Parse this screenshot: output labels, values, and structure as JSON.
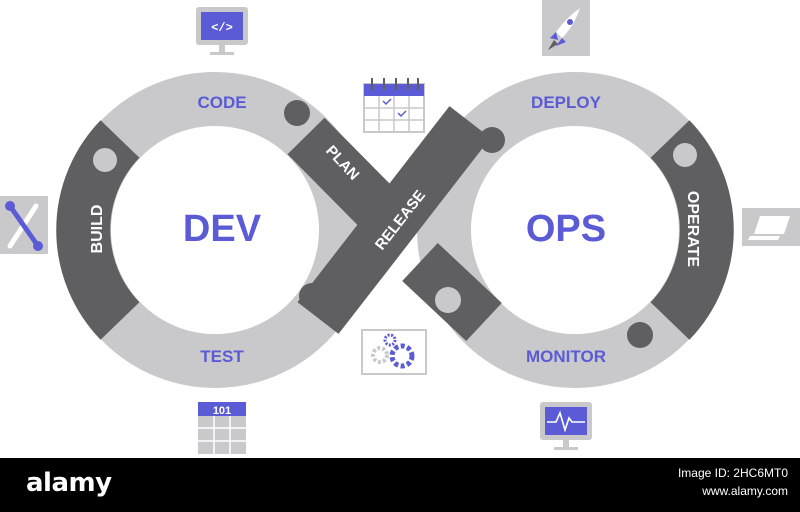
{
  "diagram": {
    "center_left": "DEV",
    "center_right": "OPS",
    "stages": {
      "plan": "PLAN",
      "code": "CODE",
      "build": "BUILD",
      "test": "TEST",
      "release": "RELEASE",
      "deploy": "DEPLOY",
      "operate": "OPERATE",
      "monitor": "MONITOR"
    },
    "icons": {
      "code": "code-monitor-icon",
      "plan": "calendar-icon",
      "build": "tools-icon",
      "test": "table-101-icon",
      "release": "gears-icon",
      "deploy": "rocket-icon",
      "operate": "laptop-icon",
      "monitor": "heartbeat-monitor-icon",
      "test_header": "101",
      "code_glyph": "</>"
    },
    "colors": {
      "dark_segment": "#5f5f62",
      "light_segment": "#c9c9cb",
      "accent": "#5b5bd6",
      "label_text": "#ffffff"
    }
  },
  "footer": {
    "brand": "alamy",
    "image_id": "Image ID: 2HC6MT0",
    "site": "www.alamy.com"
  }
}
